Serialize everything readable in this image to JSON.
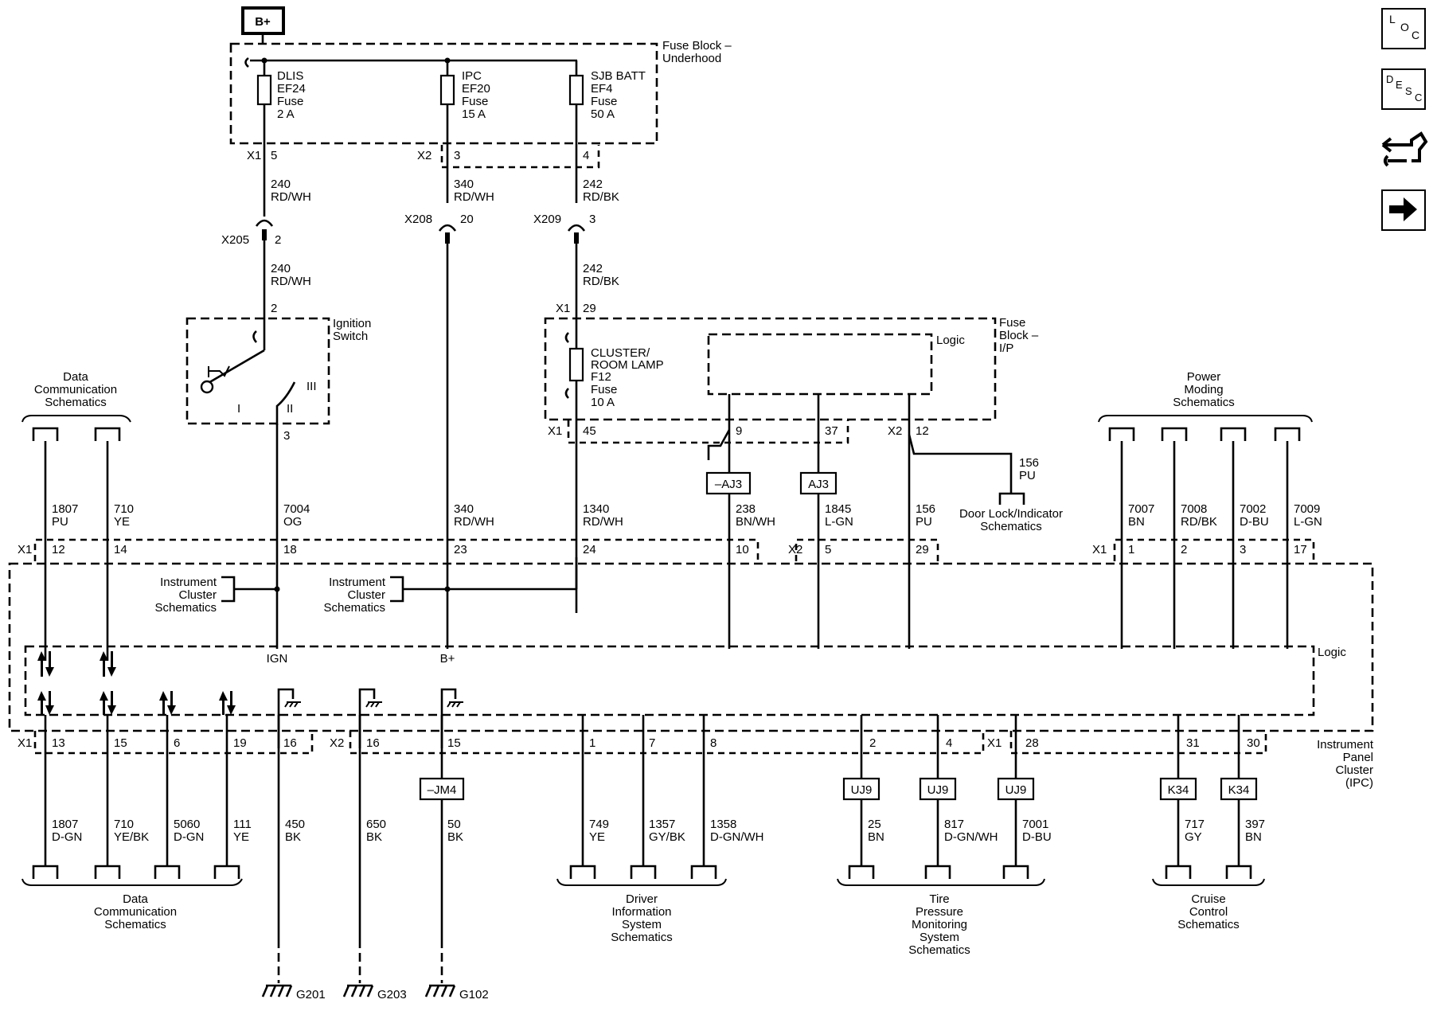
{
  "power_source": "B+",
  "nav_icons": {
    "loc": [
      "L",
      "O",
      "C"
    ],
    "desc": [
      "D",
      "E",
      "S",
      "C"
    ],
    "connector_icon": "wrench-hand-icon",
    "next_icon": "arrow-right-icon"
  },
  "fuse_block_underhood": [
    "Fuse Block –",
    "Underhood"
  ],
  "fuse_block_ip": [
    "Fuse",
    "Block –",
    "I/P"
  ],
  "fuses": {
    "dlis": [
      "DLIS",
      "EF24",
      "Fuse",
      "2 A"
    ],
    "ipc": [
      "IPC",
      "EF20",
      "Fuse",
      "15 A"
    ],
    "sjb": [
      "SJB BATT",
      "EF4",
      "Fuse",
      "50 A"
    ],
    "cluster": [
      "CLUSTER/",
      "ROOM LAMP",
      "F12",
      "Fuse",
      "10 A"
    ]
  },
  "connectors": {
    "x1": "X1",
    "x2": "X2",
    "x205": "X205",
    "x208": "X208",
    "x209": "X209",
    "p5": "5",
    "p3": "3",
    "p4": "4",
    "p2": "2",
    "p20": "20",
    "p29": "29",
    "p45": "45",
    "p9": "9",
    "p37": "37",
    "p12": "12"
  },
  "wires": {
    "w240a": [
      "240",
      "RD/WH"
    ],
    "w340a": [
      "340",
      "RD/WH"
    ],
    "w242a": [
      "242",
      "RD/BK"
    ],
    "w240b": [
      "240",
      "RD/WH"
    ],
    "w242b": [
      "242",
      "RD/BK"
    ],
    "w156a": [
      "156",
      "PU"
    ],
    "w1807a": [
      "1807",
      "PU"
    ],
    "w710a": [
      "710",
      "YE"
    ],
    "w7004": [
      "7004",
      "OG"
    ],
    "w340b": [
      "340",
      "RD/WH"
    ],
    "w1340": [
      "1340",
      "RD/WH"
    ],
    "w238": [
      "238",
      "BN/WH"
    ],
    "w1845": [
      "1845",
      "L-GN"
    ],
    "w156b": [
      "156",
      "PU"
    ],
    "w7007": [
      "7007",
      "BN"
    ],
    "w7008": [
      "7008",
      "RD/BK"
    ],
    "w7002": [
      "7002",
      "D-BU"
    ],
    "w7009": [
      "7009",
      "L-GN"
    ],
    "w1807b": [
      "1807",
      "D-GN"
    ],
    "w710b": [
      "710",
      "YE/BK"
    ],
    "w5060": [
      "5060",
      "D-GN"
    ],
    "w111": [
      "111",
      "YE"
    ],
    "w450": [
      "450",
      "BK"
    ],
    "w650": [
      "650",
      "BK"
    ],
    "w50": [
      "50",
      "BK"
    ],
    "w749": [
      "749",
      "YE"
    ],
    "w1357": [
      "1357",
      "GY/BK"
    ],
    "w1358": [
      "1358",
      "D-GN/WH"
    ],
    "w25": [
      "25",
      "BN"
    ],
    "w817": [
      "817",
      "D-GN/WH"
    ],
    "w7001": [
      "7001",
      "D-BU"
    ],
    "w717": [
      "717",
      "GY"
    ],
    "w397": [
      "397",
      "BN"
    ]
  },
  "ignition_switch": [
    "Ignition",
    "Switch"
  ],
  "ign_positions": {
    "i": "I",
    "ii": "II",
    "iii": "III",
    "pin": "3"
  },
  "logic_label": "Logic",
  "ipc_top_pins": {
    "x1": "X1",
    "p12": "12",
    "p14": "14",
    "p18": "18",
    "p23": "23",
    "p24": "24",
    "p10": "10",
    "x2": "X2",
    "p5": "5",
    "p29": "29",
    "x1b": "X1",
    "p1": "1",
    "p2": "2",
    "p3": "3",
    "p17": "17"
  },
  "ipc_bottom_pins": {
    "x1": "X1",
    "p13": "13",
    "p15": "15",
    "p6": "6",
    "p19": "19",
    "p16": "16",
    "x2": "X2",
    "p16b": "16",
    "p15b": "15",
    "p1": "1",
    "p7": "7",
    "p8": "8",
    "p2": "2",
    "p4": "4",
    "x1b": "X1",
    "p28": "28",
    "p31": "31",
    "p30": "30"
  },
  "inline_boxes": {
    "aj3a": "–AJ3",
    "aj3b": "AJ3",
    "jm4": "–JM4",
    "uj9a": "UJ9",
    "uj9b": "UJ9",
    "uj9c": "UJ9",
    "k34a": "K34",
    "k34b": "K34"
  },
  "refs": {
    "data_comm_top": [
      "Data",
      "Communication",
      "Schematics"
    ],
    "power_moding": [
      "Power",
      "Moding",
      "Schematics"
    ],
    "door_lock": [
      "Door Lock/Indicator",
      "Schematics"
    ],
    "ic_schem1": [
      "Instrument",
      "Cluster",
      "Schematics"
    ],
    "ic_schem2": [
      "Instrument",
      "Cluster",
      "Schematics"
    ],
    "data_comm_bottom": [
      "Data",
      "Communication",
      "Schematics"
    ],
    "driver_info": [
      "Driver",
      "Information",
      "System",
      "Schematics"
    ],
    "tpms": [
      "Tire",
      "Pressure",
      "Monitoring",
      "System",
      "Schematics"
    ],
    "cruise": [
      "Cruise",
      "Control",
      "Schematics"
    ]
  },
  "ipc_label": [
    "Instrument",
    "Panel",
    "Cluster",
    "(IPC)"
  ],
  "ign_label": "IGN",
  "bplus_label": "B+",
  "grounds": {
    "g201": "G201",
    "g203": "G203",
    "g102": "G102"
  }
}
